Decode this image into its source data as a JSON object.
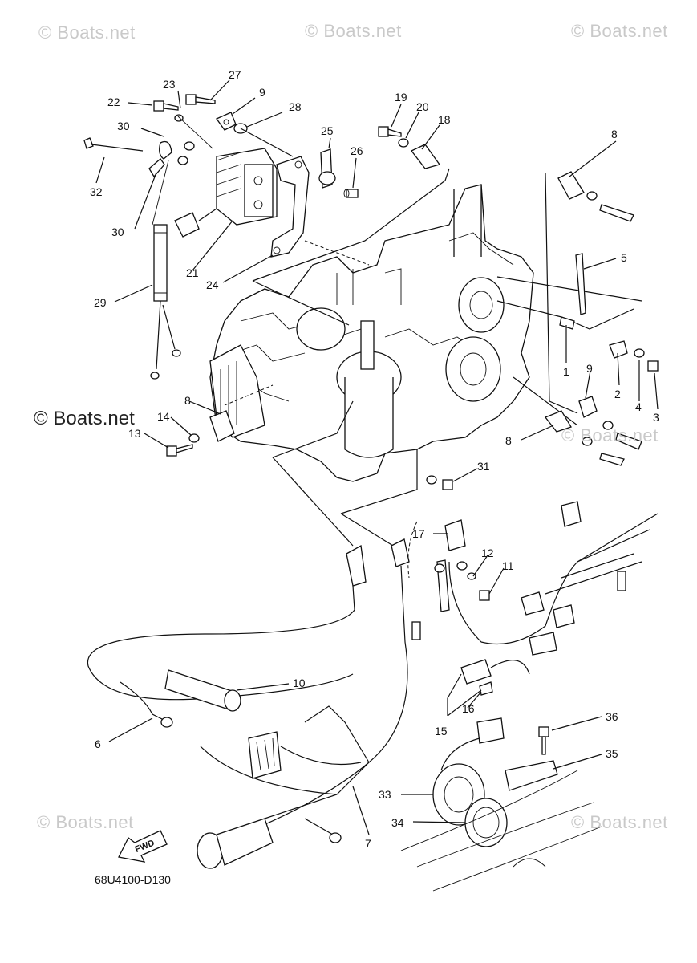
{
  "watermarks": {
    "top_left": "© Boats.net",
    "top_center": "© Boats.net",
    "top_right": "© Boats.net",
    "mid_left": "© Boats.net",
    "mid_right": "© Boats.net",
    "bottom_left": "© Boats.net",
    "bottom_right": "© Boats.net"
  },
  "diagram_code": "68U4100-D130",
  "fwd_label": "FWD",
  "callouts": [
    {
      "id": "1",
      "label": "1"
    },
    {
      "id": "2",
      "label": "2"
    },
    {
      "id": "3",
      "label": "3"
    },
    {
      "id": "4",
      "label": "4"
    },
    {
      "id": "5",
      "label": "5"
    },
    {
      "id": "6",
      "label": "6"
    },
    {
      "id": "7",
      "label": "7"
    },
    {
      "id": "8a",
      "label": "8"
    },
    {
      "id": "8b",
      "label": "8"
    },
    {
      "id": "8c",
      "label": "8"
    },
    {
      "id": "9a",
      "label": "9"
    },
    {
      "id": "9b",
      "label": "9"
    },
    {
      "id": "10",
      "label": "10"
    },
    {
      "id": "11",
      "label": "11"
    },
    {
      "id": "12",
      "label": "12"
    },
    {
      "id": "13",
      "label": "13"
    },
    {
      "id": "14",
      "label": "14"
    },
    {
      "id": "15",
      "label": "15"
    },
    {
      "id": "16",
      "label": "16"
    },
    {
      "id": "17",
      "label": "17"
    },
    {
      "id": "18",
      "label": "18"
    },
    {
      "id": "19",
      "label": "19"
    },
    {
      "id": "20",
      "label": "20"
    },
    {
      "id": "21",
      "label": "21"
    },
    {
      "id": "22",
      "label": "22"
    },
    {
      "id": "23",
      "label": "23"
    },
    {
      "id": "24",
      "label": "24"
    },
    {
      "id": "25",
      "label": "25"
    },
    {
      "id": "26",
      "label": "26"
    },
    {
      "id": "27",
      "label": "27"
    },
    {
      "id": "28",
      "label": "28"
    },
    {
      "id": "29",
      "label": "29"
    },
    {
      "id": "30a",
      "label": "30"
    },
    {
      "id": "30b",
      "label": "30"
    },
    {
      "id": "31",
      "label": "31"
    },
    {
      "id": "32",
      "label": "32"
    },
    {
      "id": "33",
      "label": "33"
    },
    {
      "id": "34",
      "label": "34"
    },
    {
      "id": "35",
      "label": "35"
    },
    {
      "id": "36",
      "label": "36"
    }
  ]
}
